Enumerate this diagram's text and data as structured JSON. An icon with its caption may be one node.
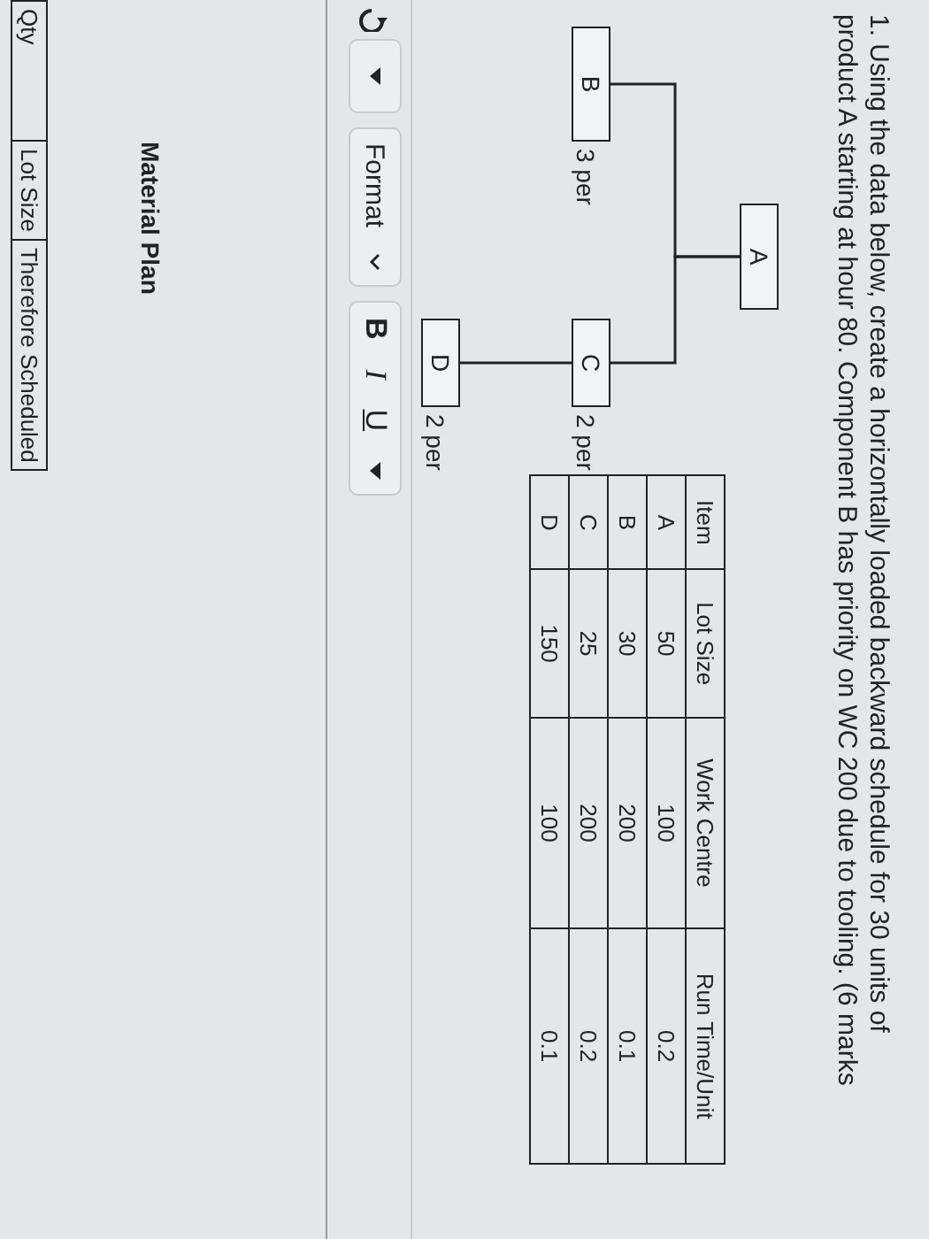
{
  "diagram": {
    "nodes": [
      {
        "text": [
          "A"
        ]
      },
      {
        "text": [
          "B"
        ],
        "beside": [
          "3 per"
        ]
      },
      {
        "text": [
          "C"
        ],
        "beside": [
          "2 per"
        ]
      },
      {
        "text": [
          "D"
        ],
        "beside": [
          "2 per"
        ]
      }
    ],
    "edges": [
      {
        "from": 0,
        "to": 1,
        "arrow": "none"
      },
      {
        "from": 0,
        "to": 2,
        "arrow": "none"
      },
      {
        "from": 2,
        "to": 3,
        "arrow": "none"
      }
    ],
    "labels": [
      "1. Using the data below, create a horizontally loaded backward schedule for 30 units of product A starting at hour 80. Component B has priority on WC 200 due to tooling. (6 marks",
      "Item",
      "Lot Size",
      "Work Centre",
      "Run Time/Unit",
      "A",
      "50",
      "100",
      "0.2",
      "B",
      "30",
      "200",
      "0.1",
      "C",
      "25",
      "200",
      "0.2",
      "D",
      "150",
      "100",
      "0.1",
      "Format",
      "B",
      "I",
      "U",
      "Material Plan",
      "Qty",
      "Lot Size",
      "Therefore Scheduled"
    ]
  }
}
